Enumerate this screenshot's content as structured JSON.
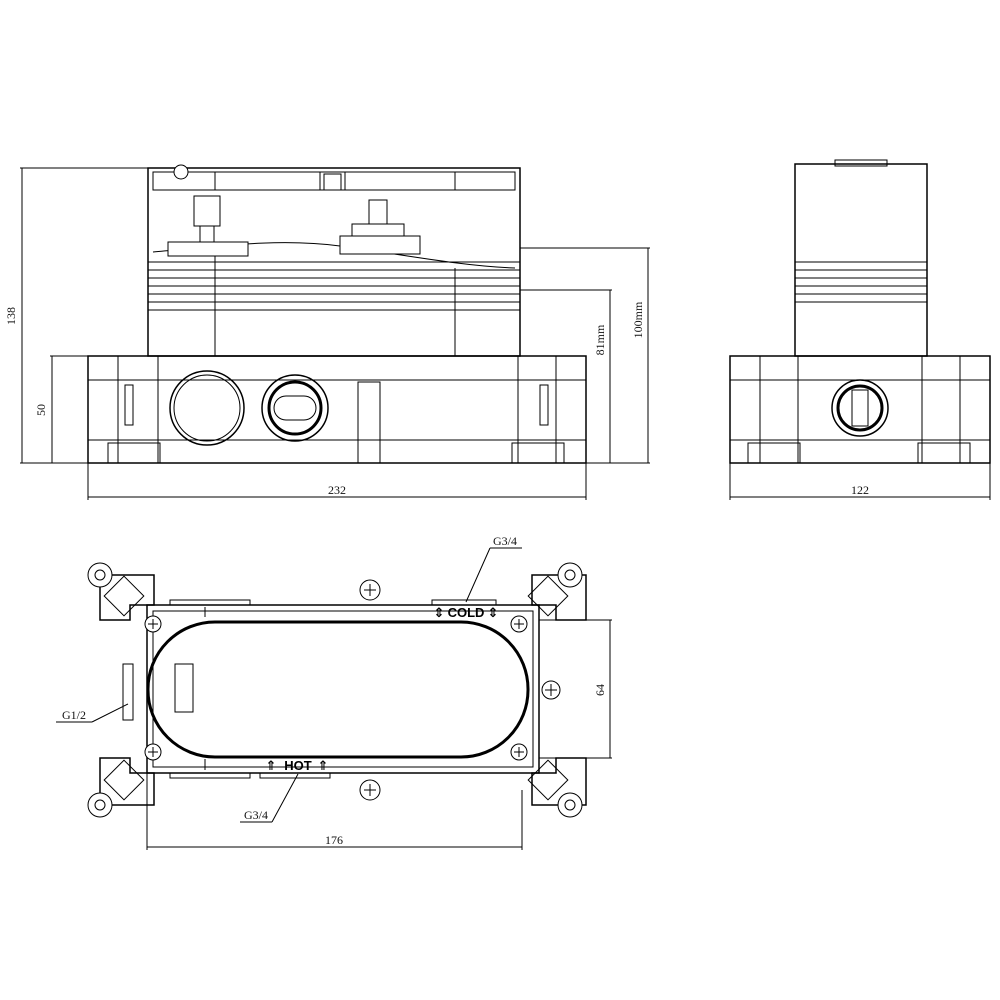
{
  "front_view": {
    "dimensions": {
      "total_height": "138",
      "base_height": "50",
      "height_81": "81mm",
      "height_100": "100mm",
      "width": "232"
    }
  },
  "side_view": {
    "dimensions": {
      "width": "122"
    }
  },
  "top_view": {
    "dimensions": {
      "width": "176",
      "depth": "64"
    },
    "labels": {
      "cold": "COLD",
      "hot": "HOT",
      "thread_top": "G3/4",
      "thread_bottom": "G3/4",
      "thread_side": "G1/2"
    }
  }
}
